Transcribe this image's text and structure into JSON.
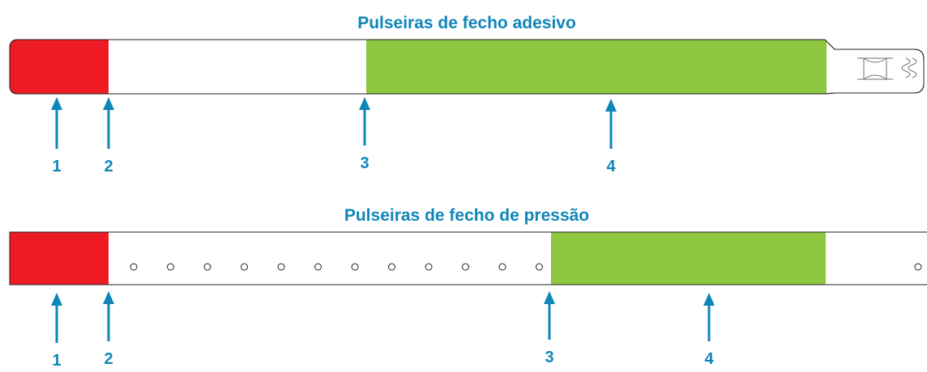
{
  "colors": {
    "title": "#0f86b8",
    "arrow": "#0f86b8",
    "red_zone": "#ed1c24",
    "green_zone": "#8dc63f",
    "band_outline": "#231f20",
    "band_fill": "#ffffff"
  },
  "adhesive_band": {
    "title": "Pulseiras de fecho adesivo",
    "callouts": [
      {
        "label": "1"
      },
      {
        "label": "2"
      },
      {
        "label": "3"
      },
      {
        "label": "4"
      }
    ]
  },
  "press_band": {
    "title": "Pulseiras de fecho de pressão",
    "hole_count": 12,
    "callouts": [
      {
        "label": "1"
      },
      {
        "label": "2"
      },
      {
        "label": "3"
      },
      {
        "label": "4"
      }
    ]
  }
}
